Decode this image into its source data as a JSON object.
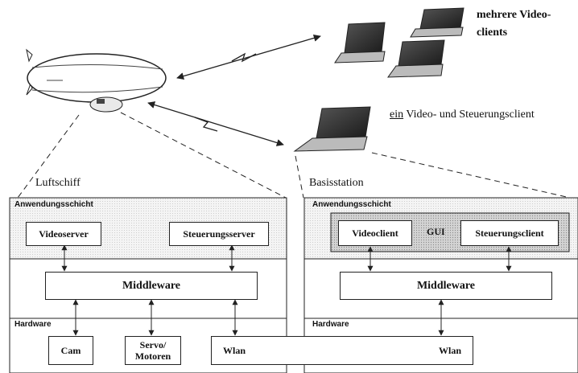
{
  "clients": {
    "multi_label": "mehrere Video-\nclients",
    "single_underlined": "ein",
    "single_rest": " Video- und Steuerungsclient"
  },
  "left": {
    "title": "Luftschiff",
    "app_layer": "Anwendungsschicht",
    "hw_layer": "Hardware",
    "videoserver": "Videoserver",
    "steuerungsserver": "Steuerungsserver",
    "middleware": "Middleware",
    "cam": "Cam",
    "servo": "Servo/\nMotoren",
    "wlan": "Wlan"
  },
  "right": {
    "title": "Basisstation",
    "app_layer": "Anwendungsschicht",
    "hw_layer": "Hardware",
    "gui": "GUI",
    "videoclient": "Videoclient",
    "steuerungsclient": "Steuerungsclient",
    "middleware": "Middleware",
    "wlan": "Wlan"
  },
  "colors": {
    "layer_fill": "#efefef",
    "gui_fill": "#cdcdcd",
    "line": "#222222"
  }
}
